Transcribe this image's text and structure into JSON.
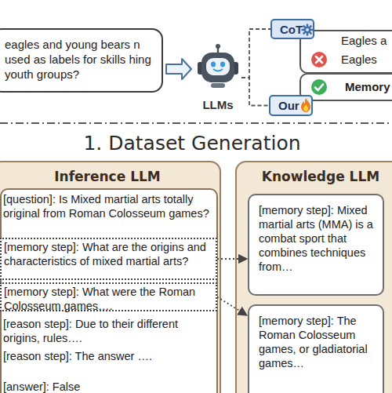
{
  "diagram": {
    "nodes": [
      {
        "text": [
          "eagles and young bears n used as labels for skills hing youth groups?"
        ]
      },
      {
        "text": [
          "LLMs"
        ]
      },
      {
        "text": [
          "CoT"
        ]
      },
      {
        "text": [
          "Eagles a Eagles"
        ]
      },
      {
        "text": [
          "Our"
        ]
      },
      {
        "text": [
          "Memory"
        ]
      },
      {
        "text": [
          "Inference LLM",
          "[question]: Is Mixed martial arts totally original from Roman Colosseum games?",
          "[reason step]: Due to their different origins, rules….",
          "[reason step]: The answer ….",
          "[answer]: False"
        ]
      },
      {
        "text": [
          "[memory step]: What are the origins and characteristics of mixed martial arts?"
        ],
        "in": 6
      },
      {
        "text": [
          "[memory step]: What were the Roman Colosseum games…."
        ],
        "in": 6
      },
      {
        "text": [
          "Knowledge LLM"
        ]
      },
      {
        "text": [
          "[memory step]: Mixed martial arts (MMA) is a combat sport that combines techniques from…"
        ],
        "in": 9
      },
      {
        "text": [
          "[memory step]: The Roman Colosseum games, or gladiatorial games…"
        ],
        "in": 9
      }
    ],
    "edges": [
      {
        "from": 0,
        "to": 1,
        "arrow": "to"
      },
      {
        "from": 1,
        "to": 2,
        "arrow": "none"
      },
      {
        "from": 1,
        "to": 4,
        "arrow": "none"
      },
      {
        "from": 7,
        "to": 10,
        "arrow": "to"
      },
      {
        "from": 8,
        "to": 11,
        "arrow": "to"
      }
    ],
    "labels": [
      "1. Dataset Generation"
    ]
  }
}
